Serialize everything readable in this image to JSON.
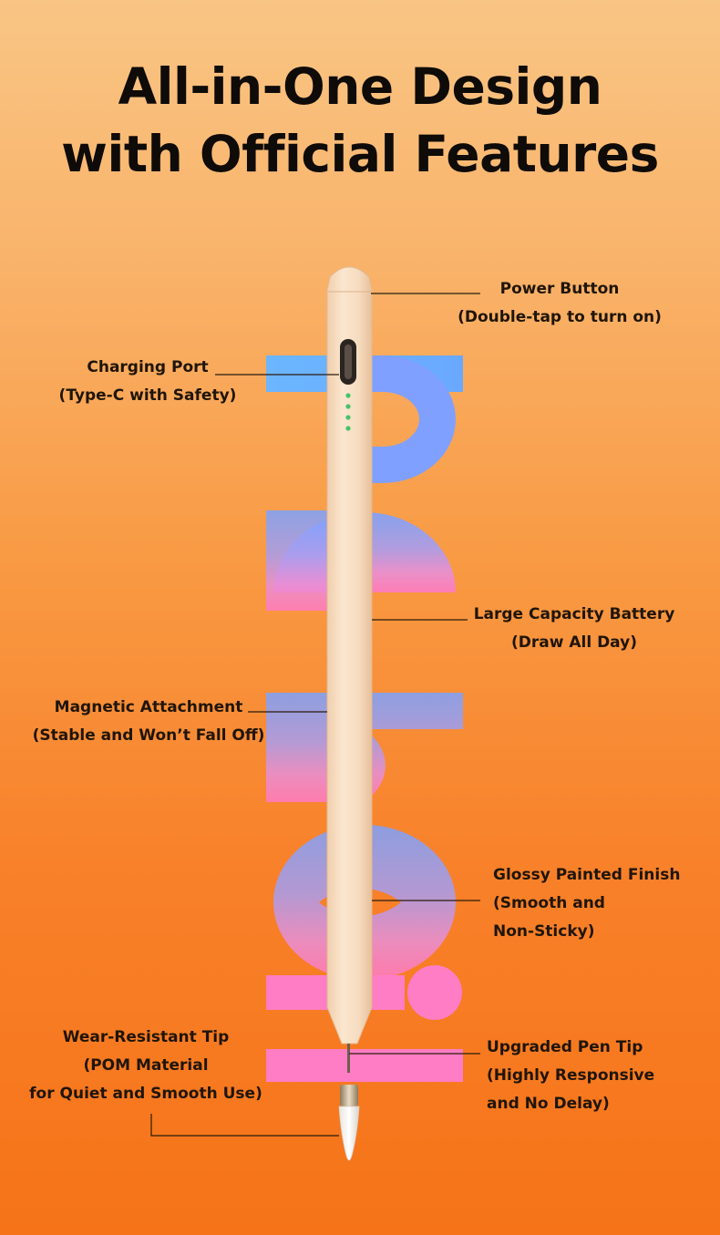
{
  "title": {
    "line1": "All-in-One Design",
    "line2": "with Official Features"
  },
  "background_word": "Pencil",
  "colors": {
    "background_top": "#f9c584",
    "background_bottom": "#f67318",
    "pen_body": "#f6dcc0",
    "indicator": "#46c36a",
    "word_top": "#7b9cff",
    "word_bottom": "#ff79c6"
  },
  "callouts": {
    "power_button": {
      "title": "Power Button",
      "detail": "(Double-tap to turn on)"
    },
    "charging_port": {
      "title": "Charging Port",
      "detail": "(Type-C with Safety)"
    },
    "battery": {
      "title": "Large Capacity Battery",
      "detail": "(Draw All Day)"
    },
    "magnetic": {
      "title": "Magnetic Attachment",
      "detail": "(Stable and Won’t Fall Off)"
    },
    "finish": {
      "title": "Glossy Painted Finish",
      "detail1": "(Smooth and",
      "detail2": "Non-Sticky)"
    },
    "wear_tip": {
      "title": "Wear-Resistant Tip",
      "detail1": "(POM Material",
      "detail2": "for Quiet and Smooth Use)"
    },
    "pen_tip": {
      "title": "Upgraded Pen Tip",
      "detail1": "(Highly Responsive",
      "detail2": "and No Delay)"
    }
  }
}
